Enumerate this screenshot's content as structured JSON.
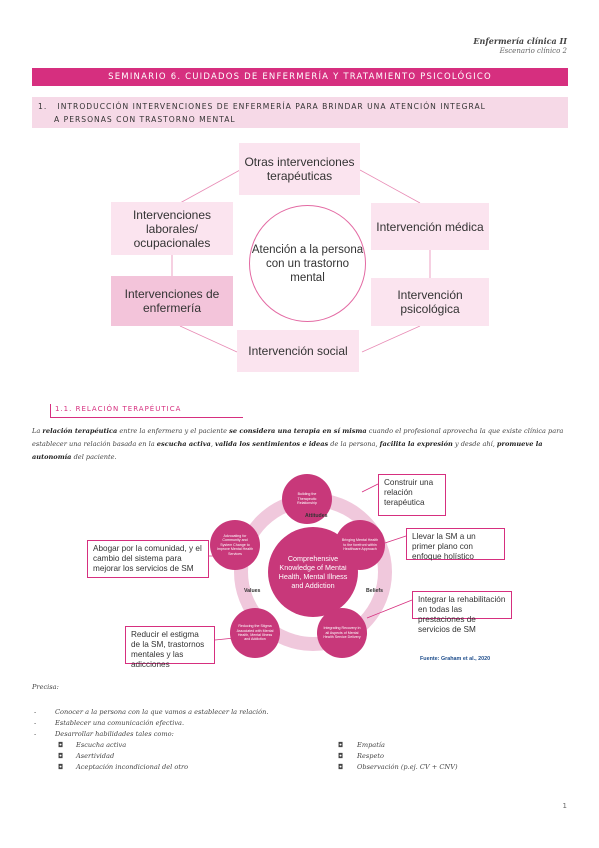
{
  "header": {
    "course": "Enfermería clínica II",
    "subtitle": "Escenario clínico 2"
  },
  "title": "SEMINARIO 6. CUIDADOS DE ENFERMERÍA Y TRATAMIENTO PSICOLÓGICO",
  "section1": {
    "number": "1.",
    "line1": "INTRODUCCIÓN INTERVENCIONES DE ENFERMERÍA PARA BRINDAR UNA ATENCIÓN INTEGRAL",
    "line2": "A PERSONAS CON TRASTORNO MENTAL"
  },
  "diagram1": {
    "center": "Atención a la persona con un trastorno mental",
    "nodes": {
      "top": "Otras intervenciones terapéuticas",
      "top_right": "Intervención médica",
      "bottom_right": "Intervención psicológica",
      "bottom": "Intervención social",
      "bottom_left": "Intervenciones de enfermería",
      "top_left": "Intervenciones laborales/ ocupacionales"
    }
  },
  "subsection": "1.1. RELACIÓN TERAPÉUTICA",
  "paragraph": {
    "p1": "La ",
    "b1": "relación terapéutica",
    "p2": " entre la enfermera y el paciente ",
    "b2": "se considera una terapia en sí misma",
    "p3": " cuando el profesional aprovecha la que existe clínica para establecer una relación basada en la ",
    "b3": "escucha activa",
    "p4": ", ",
    "b4": "valida los sentimientos e ideas",
    "p5": " de la persona, ",
    "b5": "facilita la expresión",
    "p6": " y desde ahí, ",
    "b6": "promueve la autonomía",
    "p7": " del paciente."
  },
  "figure2": {
    "center": "Comprehensive Knowledge of Mental Health, Mental Illness and Addiction",
    "ring_labels": {
      "attitudes": "Attitudes",
      "beliefs": "Beliefs",
      "values": "Values"
    },
    "circles": {
      "top": "Building the Therapeutic Relationship",
      "right": "Bringing Mental Health to the forefront within Healthcare Approach",
      "bottom_right": "Integrating Recovery in all Aspects of Mental Health Service Delivery",
      "bottom_left": "Reducing the Stigma Associated with Mental Health, Mental Illness and Addiction",
      "left": "Advocating for Community and System Change to Improve Mental Health Services"
    },
    "callouts": {
      "top_right": "Construir una relación terapéutica",
      "right": "Llevar la SM a un primer plano con enfoque holístico",
      "bottom_right": "Integrar la rehabilitación en todas las prestaciones de servicios de SM",
      "left": "Abogar por la comunidad, y el cambio del sistema para mejorar los servicios de SM",
      "bottom_left": "Reducir el estigma de la SM, trastornos mentales y las adicciones"
    },
    "source": "Fuente: Graham et al., 2020"
  },
  "list": {
    "intro": "Precisa:",
    "items": [
      "Conocer a la persona con la que vamos a establecer la relación.",
      "Establecer una comunicación efectiva.",
      "Desarrollar habilidades tales como:"
    ],
    "skills_left": [
      "Escucha activa",
      "Asertividad",
      "Aceptación incondicional del otro"
    ],
    "skills_right": [
      "Empatía",
      "Respeto",
      "Observación (p.ej. CV + CNV)"
    ]
  },
  "page_number": "1",
  "colors": {
    "accent": "#d62f7f",
    "light_pink": "#fbe4ef",
    "mid_pink": "#f3c4da"
  }
}
